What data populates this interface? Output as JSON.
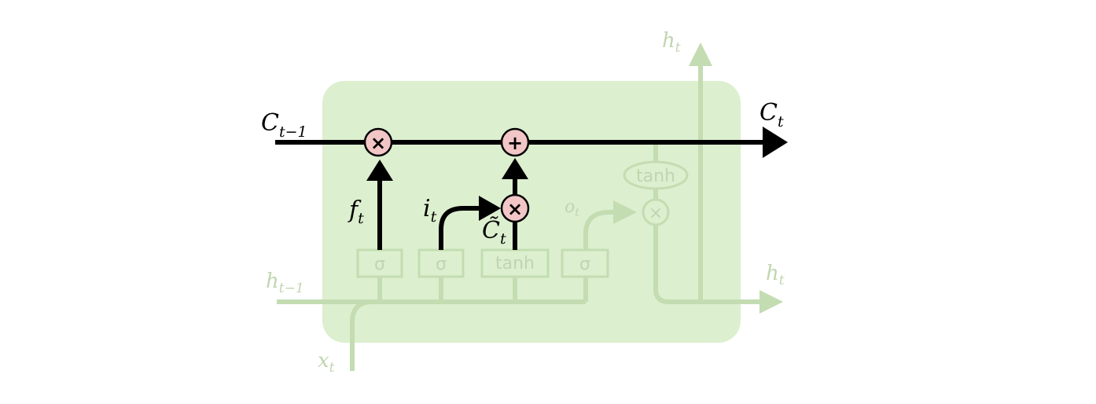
{
  "labels": {
    "c_prev": "C",
    "c_prev_sub": "t−1",
    "c_out": "C",
    "c_out_sub": "t",
    "f": "f",
    "f_sub": "t",
    "i": "i",
    "i_sub": "t",
    "c_tilde": "C̃",
    "c_tilde_sub": "t",
    "o": "o",
    "o_sub": "t",
    "h_prev": "h",
    "h_prev_sub": "t−1",
    "h_top": "h",
    "h_top_sub": "t",
    "h_right": "h",
    "h_right_sub": "t",
    "x": "x",
    "x_sub": "t"
  },
  "gates": {
    "sigma": "σ",
    "tanh": "tanh"
  },
  "ops": {
    "multiply": "×",
    "add": "+"
  },
  "colors": {
    "cell_fill": "#dcefcf",
    "faded_line": "#c4dcb1",
    "faded_text": "#c1d5b0",
    "active_line": "#000000",
    "op_fill": "#f2c6c6"
  }
}
